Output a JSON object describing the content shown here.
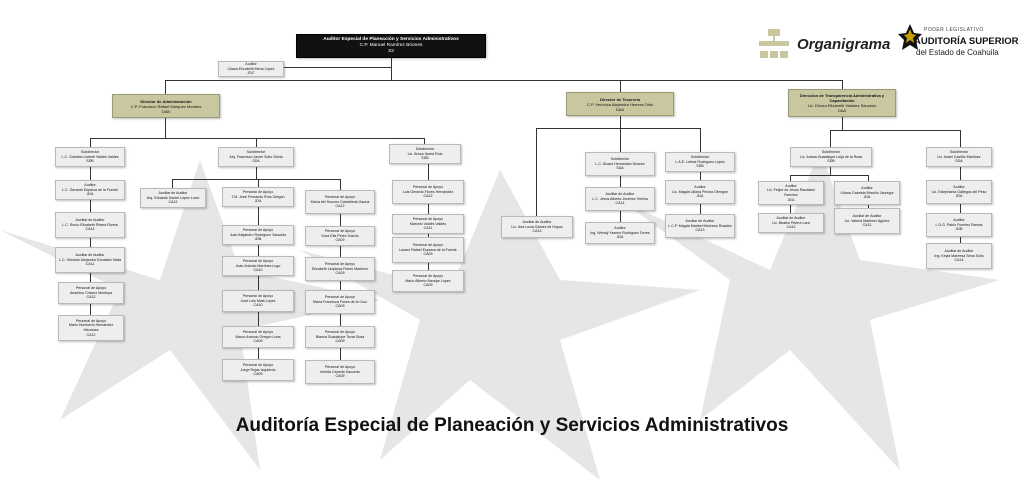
{
  "brand": {
    "organigrama": "Organigrama",
    "poder": "PODER LEGISLATIVO",
    "auditoria": "AUDITORÍA SUPERIOR",
    "estado": "del Estado de Coahuila"
  },
  "footer_title": "Auditoría Especial de Planeación y Servicios Administrativos",
  "colors": {
    "head": "#111111",
    "director": "#c8c7a0",
    "box": "#eeeeee",
    "accent": "#c4a000"
  },
  "head": {
    "lines": [
      "Auditor Especial de Planeación y Servicios Administrativos",
      "C.P. Manuel Ramírez Briones",
      "S2"
    ]
  },
  "auditor_jdc": {
    "lines": [
      "Auditor",
      "Liliana Elizabeth Mena López",
      "JDC"
    ]
  },
  "directors": [
    {
      "lines": [
        "Director de Administración",
        "C.P. Francisco Rafael Márquez Morales",
        "DAB"
      ]
    },
    {
      "lines": [
        "Director de Tesorería",
        "C.P. Verónica Alejandra Herrera Ortiz",
        "DAA"
      ]
    },
    {
      "lines": [
        "Dirección de Transparencia Administrativa y Capacitación",
        "Lic. Dinora Elizabeth Valadez Saucedo",
        "DAA"
      ]
    }
  ],
  "col1": [
    {
      "lines": [
        "Subdirector",
        "L.C. Graciela Lisbeth Valdés Valdés",
        "SDB"
      ]
    },
    {
      "lines": [
        "Auditor",
        "L.C. Gerardo Esparza de la Fuente",
        "JDA"
      ]
    },
    {
      "lines": [
        "Auxiliar de Auditor",
        "L.C. Rocío Elizabeth Rivera Rivera",
        "CA14"
      ]
    },
    {
      "lines": [
        "Auxiliar de Auditor",
        "L.C. Génesis Alejandra González Mata",
        "CA11"
      ]
    },
    {
      "lines": [
        "Personal de Apoyo",
        "Anselmo Chávez Montoya",
        "CA12"
      ]
    },
    {
      "lines": [
        "Personal de Apoyo",
        "Mario Humberto Hernández Mendoza",
        "CA12"
      ]
    }
  ],
  "col2_sub": {
    "lines": [
      "Subdirector",
      "Arq. Francisco Javier Solís Gloria",
      "SDA"
    ]
  },
  "col2_aux": {
    "lines": [
      "Auxiliar de Auditor",
      "Arq. Eduardo Daniel López Lucio",
      "CA12"
    ]
  },
  "col2a": [
    {
      "lines": [
        "Personal de Apoyo",
        "T.M. José Fernando Ríos Oregón",
        "JDA"
      ]
    },
    {
      "lines": [
        "Personal de Apoyo",
        "Juan Alejandro Rodríguez Saucedo",
        "JDB"
      ]
    },
    {
      "lines": [
        "Personal de Apoyo",
        "Juan Antonio Martínez Lugo",
        "CA10"
      ]
    },
    {
      "lines": [
        "Personal de Apoyo",
        "José Luis Mata López",
        "CA10"
      ]
    },
    {
      "lines": [
        "Personal de Apoyo",
        "Marco Antonio Oregón Luna",
        "CA09"
      ]
    },
    {
      "lines": [
        "Personal de Apoyo",
        "Jorge Rojas Izquierdo",
        "CA09"
      ]
    }
  ],
  "col2b": [
    {
      "lines": [
        "Personal de Apoyo",
        "María del Socorro Castañeda Gaona",
        "CA12"
      ]
    },
    {
      "lines": [
        "Personal de Apoyo",
        "Dora Elia Pérez García",
        "CA09"
      ]
    },
    {
      "lines": [
        "Personal de Apoyo",
        "Elizabeth Limpiosa Flores Martínez",
        "CA09"
      ]
    },
    {
      "lines": [
        "Personal de Apoyo",
        "María Francisca Flores de la Cruz",
        "CA09"
      ]
    },
    {
      "lines": [
        "Personal de Apoyo",
        "Blanca Guadalupe Tovar Sosa",
        "CA09"
      ]
    },
    {
      "lines": [
        "Personal de Apoyo",
        "Imelda Cepeda Saucedo",
        "CA09"
      ]
    }
  ],
  "col3": [
    {
      "lines": [
        "Subdirector",
        "Lic. Arturo Ibarra Ruiz",
        "SDB"
      ]
    },
    {
      "lines": [
        "Personal de Apoyo",
        "Luis Gerardo Flores Hernández",
        "CA12"
      ]
    },
    {
      "lines": [
        "Personal de Apoyo",
        "Marcelo Valdés Valdés",
        "CA11"
      ]
    },
    {
      "lines": [
        "Personal de Apoyo",
        "Lazaro Rafael Esparza de la Fuente",
        "CA09"
      ]
    },
    {
      "lines": [
        "Personal de Apoyo",
        "Mario Alberto Navejar López",
        "CA09"
      ]
    }
  ],
  "tes_aux": {
    "lines": [
      "Auxiliar de Auditor",
      "Lic. Ana Lucia Gámez de Hoyos",
      "CA13"
    ]
  },
  "tes_col1": [
    {
      "lines": [
        "Subdirector",
        "L.C. Álvaro Hernández Álvarez",
        "SDA"
      ]
    },
    {
      "lines": [
        "Auxiliar de Auditor",
        "L.C. Jesús Alberto Jiménez Vielma",
        "CA14"
      ]
    },
    {
      "lines": [
        "Auditor",
        "Ing. Wendy Yazmín Rodríguez Torres",
        "JDA"
      ]
    }
  ],
  "tes_col2": [
    {
      "lines": [
        "Subdirector",
        "L.A.E. Leticia Rodríguez López",
        "SDB"
      ]
    },
    {
      "lines": [
        "Auditor",
        "Lic. Magda Liliana Pecina Obregón",
        "JDA"
      ]
    },
    {
      "lines": [
        "Auxiliar de Auditor",
        "L.C.P. Magda Maribel Medrano Rosales",
        "CA13"
      ]
    }
  ],
  "trans_sub1": {
    "lines": [
      "Subdirector",
      "Lic. Ariana Guadalupe Leija de la Rosa",
      "SDB"
    ]
  },
  "trans_a": [
    {
      "lines": [
        "Auditor",
        "Lic. Felipe de Jesús Raudales Ramírez",
        "JDA"
      ]
    },
    {
      "lines": [
        "Auxiliar de Auditor",
        "Lic. Beatriz Rivera Lara",
        "CA12"
      ]
    }
  ],
  "trans_b": [
    {
      "lines": [
        "Auditor",
        "Liliana Gabriela Briseño Jáuregui",
        "JDA"
      ]
    },
    {
      "lines": [
        "Auxiliar de Auditor",
        "Lic. Valeria Martínez Aguirre",
        "CA11"
      ]
    }
  ],
  "trans_col2": [
    {
      "lines": [
        "Subdirector",
        "Lic. Israel Castillo Martínez",
        "SDA"
      ]
    },
    {
      "lines": [
        "Auditor",
        "Lic. Estephania Gallegos del Peso",
        "JDA"
      ]
    },
    {
      "lines": [
        "Auditor",
        "L.D.G. Pablo Fuentes Ramos",
        "JDB"
      ]
    },
    {
      "lines": [
        "Auxiliar de Auditor",
        "Ing. Keyla Mareesa Sena Solís",
        "CA14"
      ]
    }
  ]
}
